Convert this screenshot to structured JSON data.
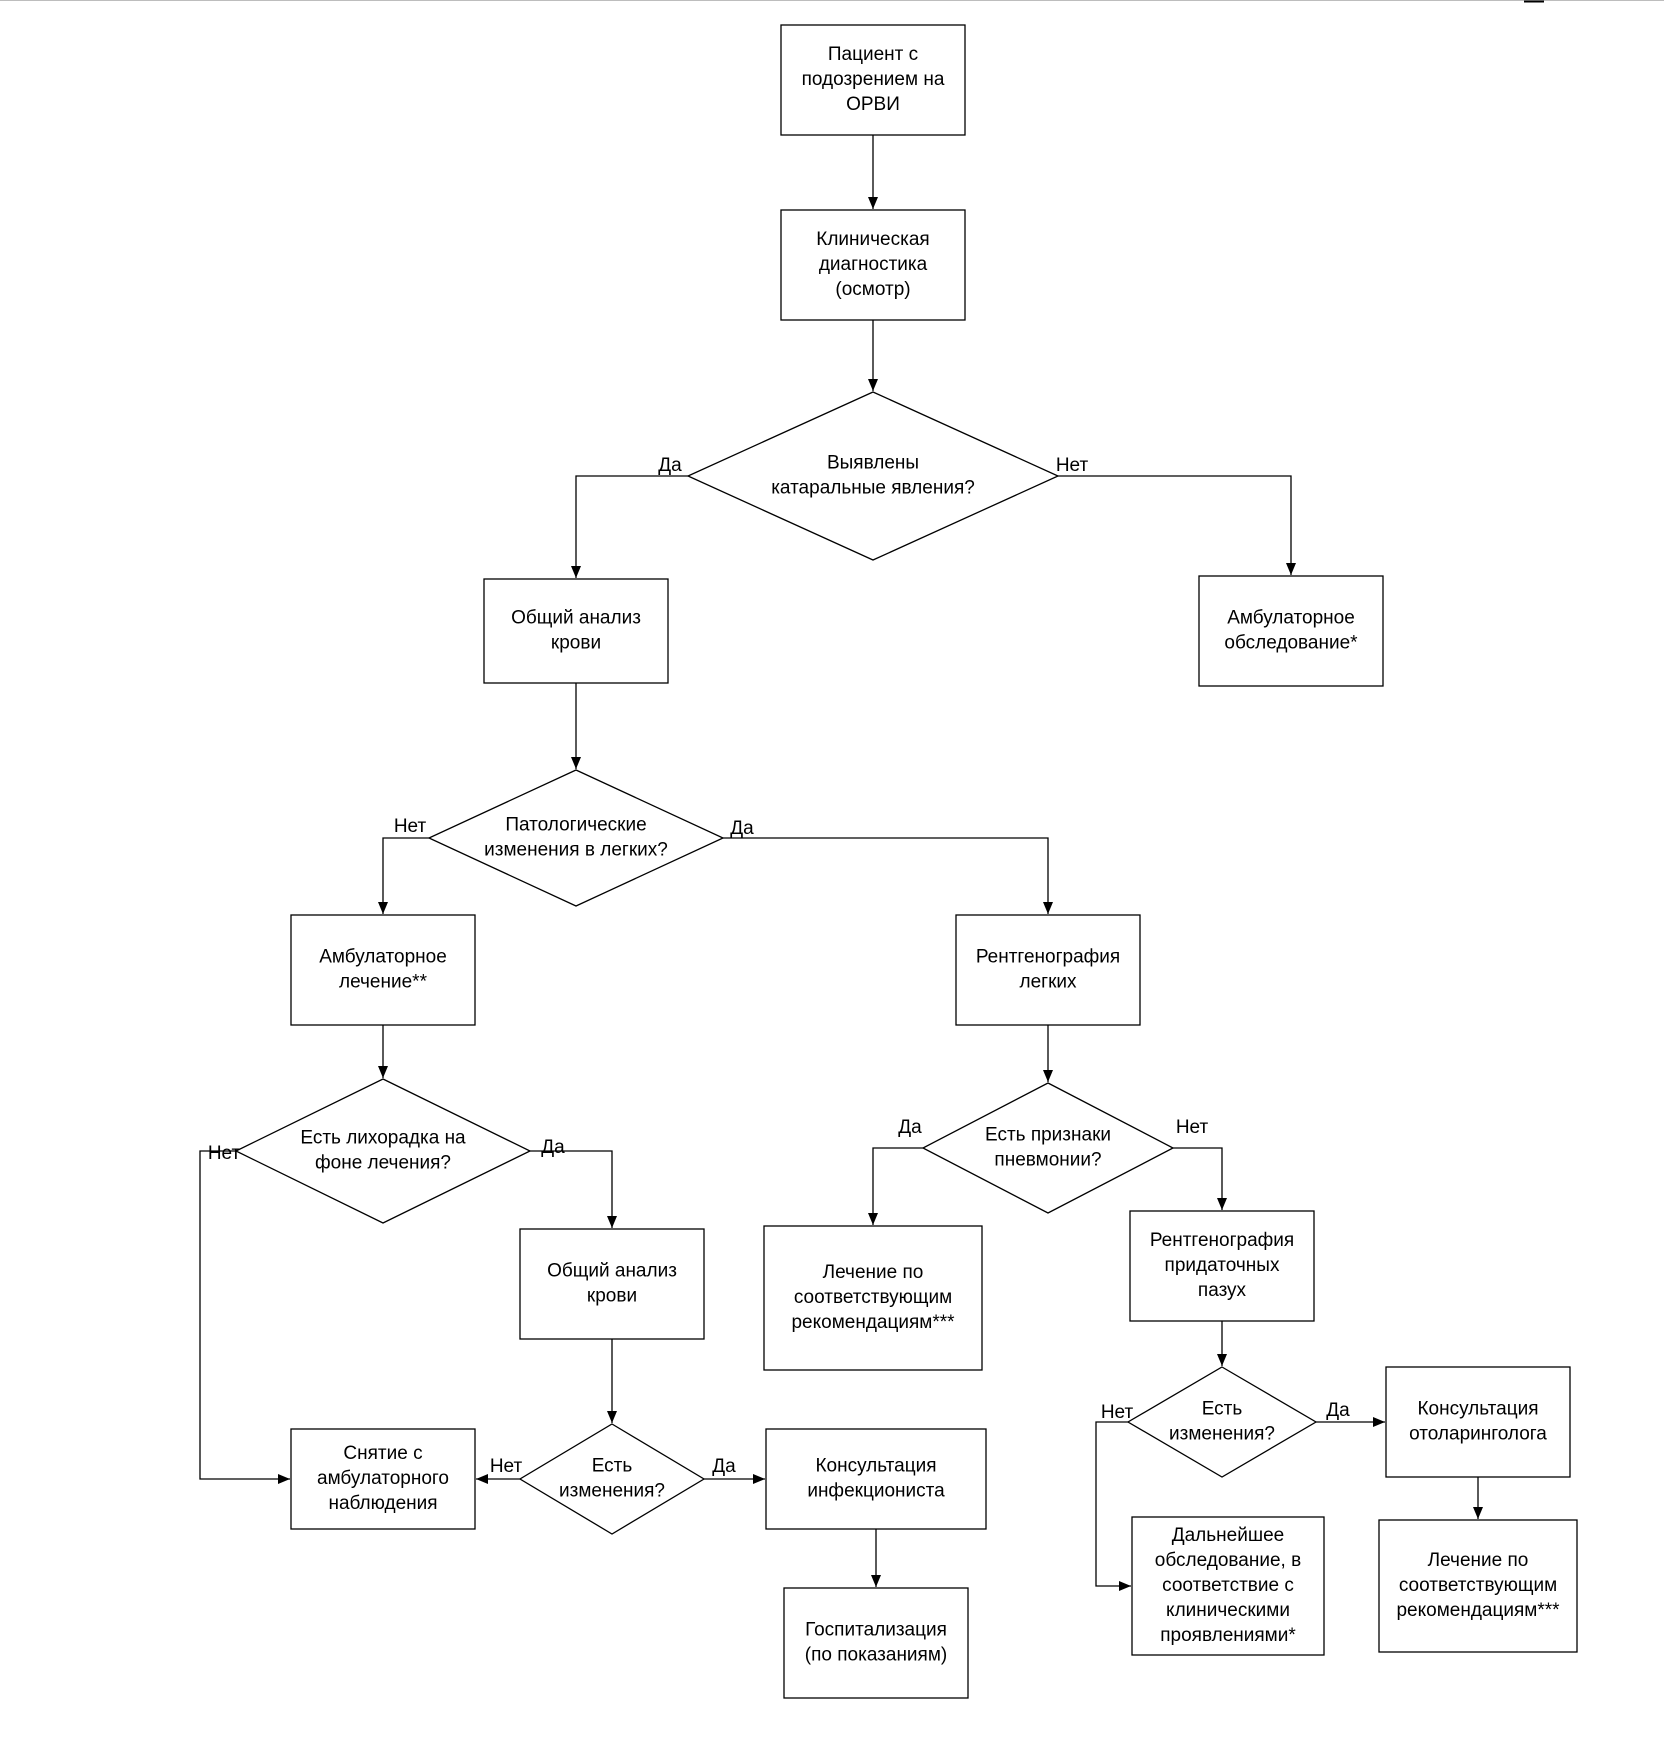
{
  "diagram": {
    "nodes": [
      {
        "id": "n1",
        "shape": "rect",
        "lines": [
          "Пациент с",
          "подозрением на",
          "ОРВИ"
        ]
      },
      {
        "id": "n2",
        "shape": "rect",
        "lines": [
          "Клиническая",
          "диагностика",
          "(осмотр)"
        ]
      },
      {
        "id": "d1",
        "shape": "diamond",
        "lines": [
          "Выявлены",
          "катаральные явления?"
        ]
      },
      {
        "id": "n3",
        "shape": "rect",
        "lines": [
          "Общий анализ",
          "крови"
        ]
      },
      {
        "id": "n4",
        "shape": "rect",
        "lines": [
          "Амбулаторное",
          "обследование*"
        ]
      },
      {
        "id": "d2",
        "shape": "diamond",
        "lines": [
          "Патологические",
          "изменения в легких?"
        ]
      },
      {
        "id": "n5",
        "shape": "rect",
        "lines": [
          "Амбулаторное",
          "лечение**"
        ]
      },
      {
        "id": "n6",
        "shape": "rect",
        "lines": [
          "Рентгенография",
          "легких"
        ]
      },
      {
        "id": "d3",
        "shape": "diamond",
        "lines": [
          "Есть лихорадка на",
          "фоне лечения?"
        ]
      },
      {
        "id": "d4",
        "shape": "diamond",
        "lines": [
          "Есть признаки",
          "пневмонии?"
        ]
      },
      {
        "id": "n7",
        "shape": "rect",
        "lines": [
          "Общий анализ",
          "крови"
        ]
      },
      {
        "id": "n8",
        "shape": "rect",
        "lines": [
          "Лечение по",
          "соответствующим",
          "рекомендациям***"
        ]
      },
      {
        "id": "n9",
        "shape": "rect",
        "lines": [
          "Рентгенография",
          "придаточных",
          "пазух"
        ]
      },
      {
        "id": "n10",
        "shape": "rect",
        "lines": [
          "Снятие с",
          "амбулаторного",
          "наблюдения"
        ]
      },
      {
        "id": "d5",
        "shape": "diamond",
        "lines": [
          "Есть",
          "изменения?"
        ]
      },
      {
        "id": "n11",
        "shape": "rect",
        "lines": [
          "Консультация",
          "инфекциониста"
        ]
      },
      {
        "id": "n12",
        "shape": "rect",
        "lines": [
          "Госпитализация",
          "(по показаниям)"
        ]
      },
      {
        "id": "d6",
        "shape": "diamond",
        "lines": [
          "Есть",
          "изменения?"
        ]
      },
      {
        "id": "n13",
        "shape": "rect",
        "lines": [
          "Консультация",
          "отоларинголога"
        ]
      },
      {
        "id": "n14",
        "shape": "rect",
        "lines": [
          "Дальнейшее",
          "обследование, в",
          "соответствие с",
          "клиническими",
          "проявлениями*"
        ]
      },
      {
        "id": "n15",
        "shape": "rect",
        "lines": [
          "Лечение по",
          "соответствующим",
          "рекомендациям***"
        ]
      }
    ],
    "edges": [
      {
        "id": "e1",
        "from": "n1",
        "to": "n2",
        "label": ""
      },
      {
        "id": "e2",
        "from": "n2",
        "to": "d1",
        "label": ""
      },
      {
        "id": "e3",
        "from": "d1",
        "to": "n3",
        "label": "Да"
      },
      {
        "id": "e4",
        "from": "d1",
        "to": "n4",
        "label": "Нет"
      },
      {
        "id": "e5",
        "from": "n3",
        "to": "d2",
        "label": ""
      },
      {
        "id": "e6",
        "from": "d2",
        "to": "n5",
        "label": "Нет"
      },
      {
        "id": "e7",
        "from": "d2",
        "to": "n6",
        "label": "Да"
      },
      {
        "id": "e8",
        "from": "n5",
        "to": "d3",
        "label": ""
      },
      {
        "id": "e9",
        "from": "d3",
        "to": "n10",
        "label": "Нет"
      },
      {
        "id": "e10",
        "from": "d3",
        "to": "n7",
        "label": "Да"
      },
      {
        "id": "e11",
        "from": "n6",
        "to": "d4",
        "label": ""
      },
      {
        "id": "e12",
        "from": "d4",
        "to": "n8",
        "label": "Да"
      },
      {
        "id": "e13",
        "from": "d4",
        "to": "n9",
        "label": "Нет"
      },
      {
        "id": "e14",
        "from": "n7",
        "to": "d5",
        "label": ""
      },
      {
        "id": "e15",
        "from": "d5",
        "to": "n10",
        "label": "Нет"
      },
      {
        "id": "e16",
        "from": "d5",
        "to": "n11",
        "label": "Да"
      },
      {
        "id": "e17",
        "from": "n11",
        "to": "n12",
        "label": ""
      },
      {
        "id": "e18",
        "from": "n9",
        "to": "d6",
        "label": ""
      },
      {
        "id": "e19",
        "from": "d6",
        "to": "n14",
        "label": "Нет"
      },
      {
        "id": "e20",
        "from": "d6",
        "to": "n13",
        "label": "Да"
      },
      {
        "id": "e21",
        "from": "n13",
        "to": "n15",
        "label": ""
      }
    ]
  }
}
